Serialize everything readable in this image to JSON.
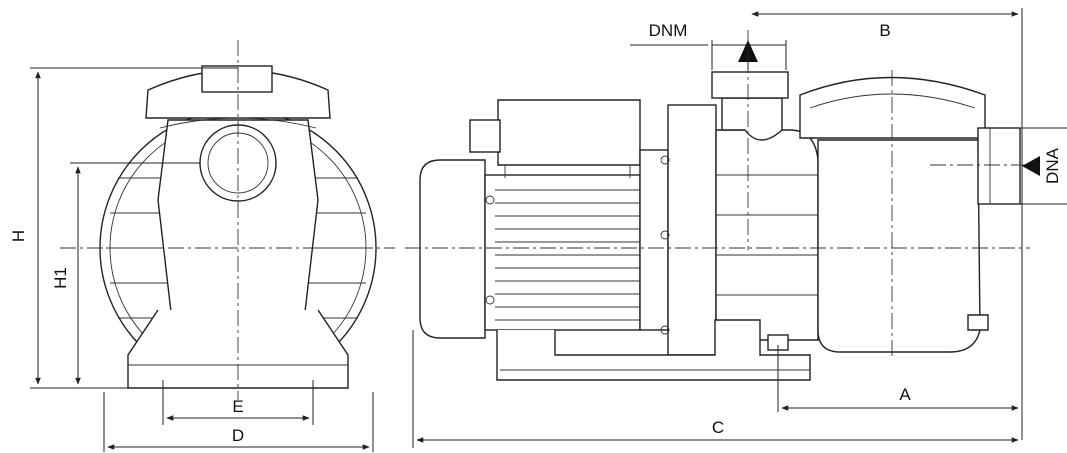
{
  "labels": {
    "H": "H",
    "H1": "H1",
    "E": "E",
    "D": "D",
    "DNM": "DNM",
    "B": "B",
    "DNA": "DNA",
    "A": "A",
    "C": "C"
  }
}
